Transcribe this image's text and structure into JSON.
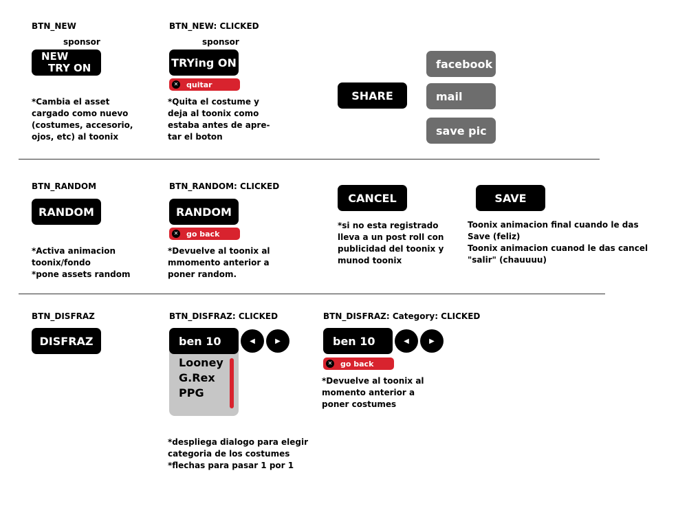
{
  "section_new": {
    "label": "BTN_NEW",
    "sponsor": "sponsor",
    "button_line1": "NEW",
    "button_line2": "TRY ON",
    "note_lines": [
      "*Cambia el asset",
      "cargado como nuevo",
      "(costumes, accesorio,",
      "ojos, etc) al toonix"
    ]
  },
  "section_new_clicked": {
    "label": "BTN_NEW: CLICKED",
    "sponsor": "sponsor",
    "button": "TRYing ON",
    "pill": "quitar",
    "note_lines": [
      "*Quita el costume y",
      "deja al toonix como",
      "estaba antes de apre-",
      "tar el boton"
    ]
  },
  "share": {
    "button": "SHARE",
    "options": [
      "facebook",
      "mail",
      "save pic"
    ]
  },
  "section_random": {
    "label": "BTN_RANDOM",
    "button": "RANDOM",
    "note_lines": [
      "*Activa animacion",
      "toonix/fondo",
      "*pone assets random"
    ]
  },
  "section_random_clicked": {
    "label": "BTN_RANDOM: CLICKED",
    "button": "RANDOM",
    "pill": "go back",
    "note_lines": [
      "*Devuelve al toonix al",
      "mmomento anterior a",
      "poner random."
    ]
  },
  "cancel": {
    "button": "CANCEL",
    "note_lines": [
      "*si no esta registrado",
      "lleva a un post roll con",
      "publicidad del toonix y",
      "munod toonix"
    ]
  },
  "save": {
    "button": "SAVE",
    "note_lines": [
      "Toonix animacion final cuando le das",
      "Save (feliz)",
      "Toonix animacion cuanod le das cancel",
      "\"salir\" (chauuuu)"
    ]
  },
  "section_disfraz": {
    "label": "BTN_DISFRAZ",
    "button": "DISFRAZ"
  },
  "section_disfraz_clicked": {
    "label": "BTN_DISFRAZ: CLICKED",
    "button": "ben 10",
    "dropdown_items": [
      "Looney",
      "G.Rex",
      "PPG"
    ],
    "note_lines": [
      "*despliega dialogo para elegir",
      "categoria de los costumes",
      "*flechas para pasar 1 por 1"
    ]
  },
  "section_disfraz_category": {
    "label": "BTN_DISFRAZ: Category: CLICKED",
    "button": "ben 10",
    "pill": "go back",
    "note_lines": [
      "*Devuelve al toonix al",
      "momento anterior a",
      "poner costumes"
    ]
  },
  "colors": {
    "pill_red": "#d8232e",
    "button_black": "#000000",
    "share_gray": "#6d6d6d",
    "dropdown_gray": "#c6c6c6"
  }
}
